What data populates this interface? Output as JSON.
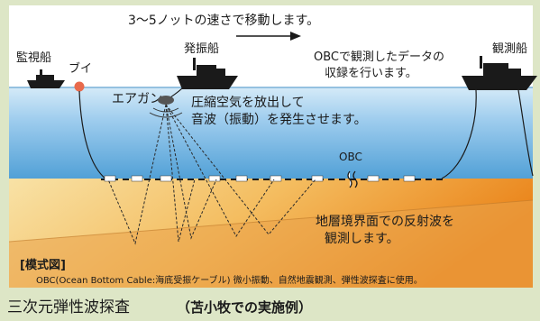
{
  "header": {
    "speed_note": "3～5ノットの速さで移動します。"
  },
  "ships": {
    "guard_ship": "監視船",
    "buoy": "ブイ",
    "source_ship": "発振船",
    "observation_ship": "観測船"
  },
  "labels": {
    "airgun": "エアガン",
    "airgun_note_1": "圧縮空気を放出して",
    "airgun_note_2": "音波（振動）を発生させます。",
    "obc_note_1": "OBCで観測したデータの",
    "obc_note_2": "収録を行います。",
    "obc": "OBC",
    "reflection_1": "地層境界面での反射波を",
    "reflection_2": "観測します。",
    "model_tag": "[模式図]",
    "obc_description": "OBC(Ocean Bottom Cable:海底受振ケーブル) 微小振動、自然地震観測、弾性波探査に使用。"
  },
  "caption": {
    "main": "三次元弾性波探査",
    "sub": "（苫小牧での実施例）"
  },
  "colors": {
    "background": "#dde6c6",
    "sky": "#ffffff",
    "sea_top": "#cfe6f6",
    "sea_bottom": "#4f9fd6",
    "seabed_light": "#f6dc9c",
    "seabed_dark": "#ec8a1e",
    "buoy": "#e86a4c"
  }
}
